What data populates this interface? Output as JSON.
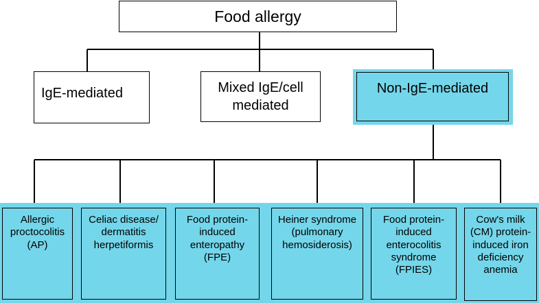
{
  "diagram": {
    "root": {
      "label": "Food allergy"
    },
    "categories": [
      {
        "id": "ige",
        "label": "IgE-mediated",
        "highlighted": false
      },
      {
        "id": "mixed",
        "label": "Mixed IgE/cell mediated",
        "highlighted": false
      },
      {
        "id": "non-ige",
        "label": "Non-IgE-mediated",
        "highlighted": true
      }
    ],
    "non_ige_subtypes": [
      {
        "label": "Allergic proctocolitis (AP)"
      },
      {
        "label": "Celiac disease/ dermatitis herpetiformis"
      },
      {
        "label": "Food protein-induced enteropathy (FPE)"
      },
      {
        "label": "Heiner syndrome (pulmonary hemosiderosis)"
      },
      {
        "label": "Food protein-induced enterocolitis syndrome (FPIES)"
      },
      {
        "label": "Cow's milk (CM) protein-induced iron deficiency anemia"
      }
    ],
    "colors": {
      "highlight": "#74d6ea",
      "box": "#ffffff",
      "line": "#000000"
    }
  }
}
